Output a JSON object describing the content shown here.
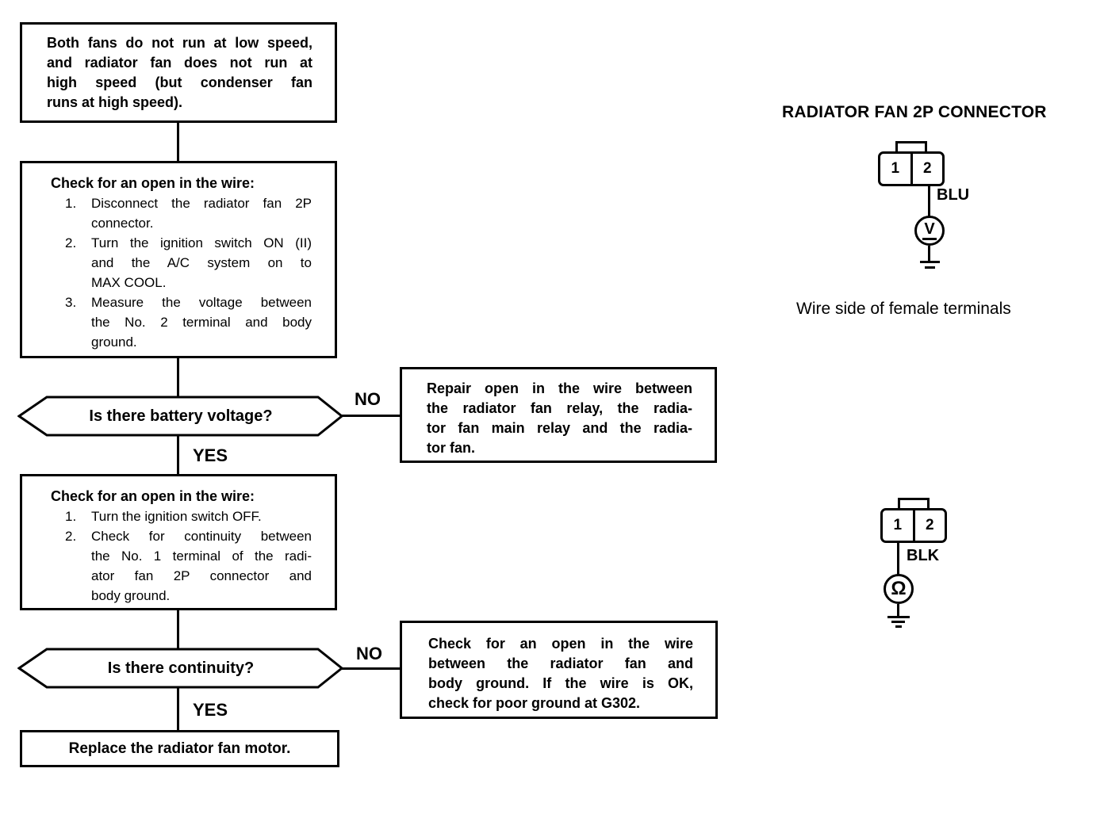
{
  "flow": {
    "box1": {
      "lines": [
        "Both fans do not run at low speed,",
        "and radiator fan does not run at",
        "high speed (but condenser fan",
        "runs at high speed)."
      ]
    },
    "box2": {
      "header": "Check for an open in the wire:",
      "items": [
        {
          "num": "1.",
          "lines": [
            "Disconnect the radiator fan 2P",
            "connector."
          ]
        },
        {
          "num": "2.",
          "lines": [
            "Turn the ignition switch ON (II)",
            "and the A/C system on to",
            "MAX COOL."
          ]
        },
        {
          "num": "3.",
          "lines": [
            "Measure the voltage between",
            "the No. 2 terminal and body",
            "ground."
          ]
        }
      ]
    },
    "hex1": {
      "question": "Is there battery voltage?",
      "no_label": "NO",
      "yes_label": "YES"
    },
    "no_box1": {
      "lines": [
        "Repair open in the wire between",
        "the radiator fan relay, the radia-",
        "tor fan main relay and the radia-",
        "tor fan."
      ]
    },
    "box3": {
      "header": "Check for an open in the wire:",
      "items": [
        {
          "num": "1.",
          "lines": [
            "Turn the ignition switch OFF."
          ]
        },
        {
          "num": "2.",
          "lines": [
            "Check for continuity between",
            "the No. 1 terminal of the radi-",
            "ator fan 2P connector and",
            "body ground."
          ]
        }
      ]
    },
    "hex2": {
      "question": "Is there continuity?",
      "no_label": "NO",
      "yes_label": "YES"
    },
    "no_box2": {
      "lines": [
        "Check for an open in the wire",
        "between the radiator fan and",
        "body ground. If the wire is OK,",
        "check for poor ground at G302."
      ]
    },
    "box4": {
      "text": "Replace the radiator fan motor."
    }
  },
  "connector_panel": {
    "title": "RADIATOR FAN 2P CONNECTOR",
    "caption": "Wire side of female terminals",
    "connector1": {
      "terminals": [
        "1",
        "2"
      ],
      "wire_label": "BLU",
      "meter": "V"
    },
    "connector2": {
      "terminals": [
        "1",
        "2"
      ],
      "wire_label": "BLK",
      "meter": "Ω"
    }
  },
  "colors": {
    "ink": "#000000",
    "paper": "#ffffff"
  }
}
